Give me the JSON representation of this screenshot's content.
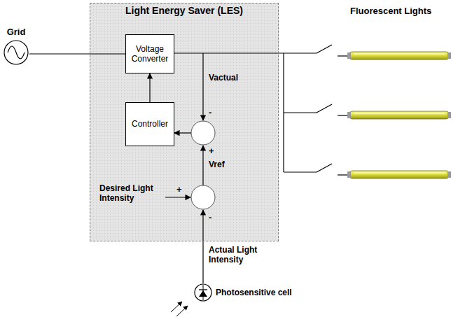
{
  "diagram": {
    "nodes": [
      {
        "text": [
          "Grid"
        ]
      },
      {
        "text": [
          "Light Energy Saver (LES)"
        ]
      },
      {
        "text": [
          "Voltage Converter"
        ],
        "in": 1
      },
      {
        "text": [
          "Controller"
        ],
        "in": 1
      },
      {
        "text": [
          "Photosensitive cell"
        ]
      }
    ],
    "edges": [
      {
        "from": 0,
        "to": 2,
        "arrow": "none"
      },
      {
        "from": 3,
        "to": 2,
        "arrow": "to"
      }
    ],
    "labels": [
      "Fluorescent Lights",
      "Vactual",
      "-",
      "+",
      "Vref",
      "Desired Light Intensity",
      "+",
      "-",
      "Actual Light Intensity"
    ]
  }
}
